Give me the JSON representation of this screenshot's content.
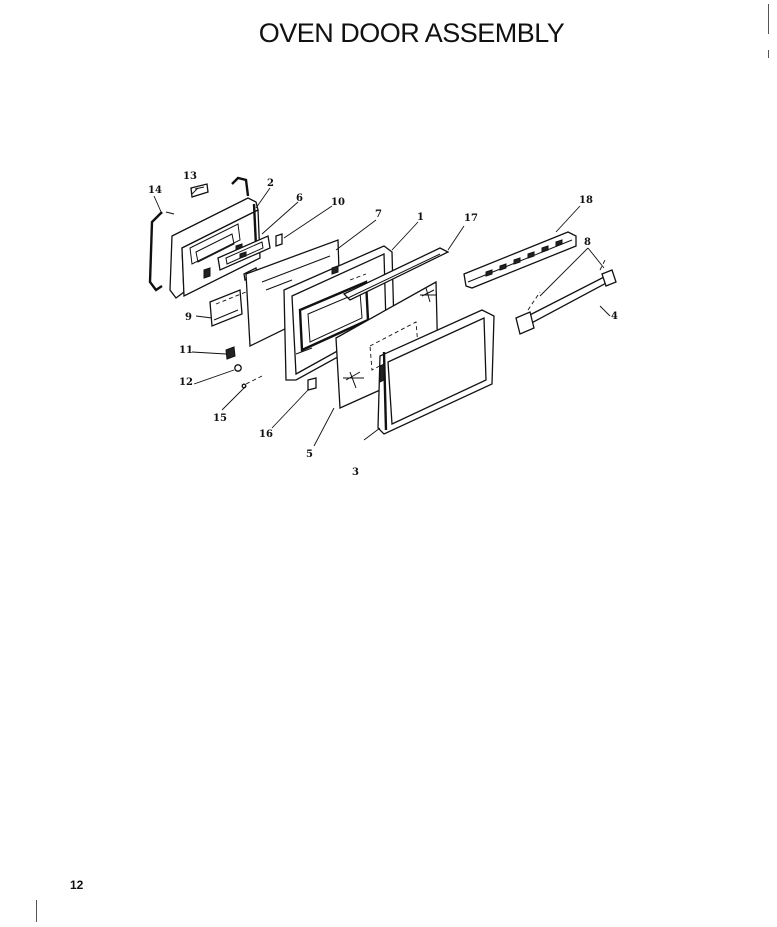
{
  "title": "OVEN DOOR ASSEMBLY",
  "page_number": "12",
  "callouts": [
    {
      "id": "c1",
      "label": "1"
    },
    {
      "id": "c2",
      "label": "2"
    },
    {
      "id": "c3",
      "label": "3"
    },
    {
      "id": "c4",
      "label": "4"
    },
    {
      "id": "c5",
      "label": "5"
    },
    {
      "id": "c6",
      "label": "6"
    },
    {
      "id": "c7",
      "label": "7"
    },
    {
      "id": "c8",
      "label": "8"
    },
    {
      "id": "c9",
      "label": "9"
    },
    {
      "id": "c10",
      "label": "10"
    },
    {
      "id": "c11",
      "label": "11"
    },
    {
      "id": "c12",
      "label": "12"
    },
    {
      "id": "c13",
      "label": "13"
    },
    {
      "id": "c14",
      "label": "14"
    },
    {
      "id": "c15",
      "label": "15"
    },
    {
      "id": "c16",
      "label": "16"
    },
    {
      "id": "c17",
      "label": "17"
    },
    {
      "id": "c18",
      "label": "18"
    }
  ]
}
